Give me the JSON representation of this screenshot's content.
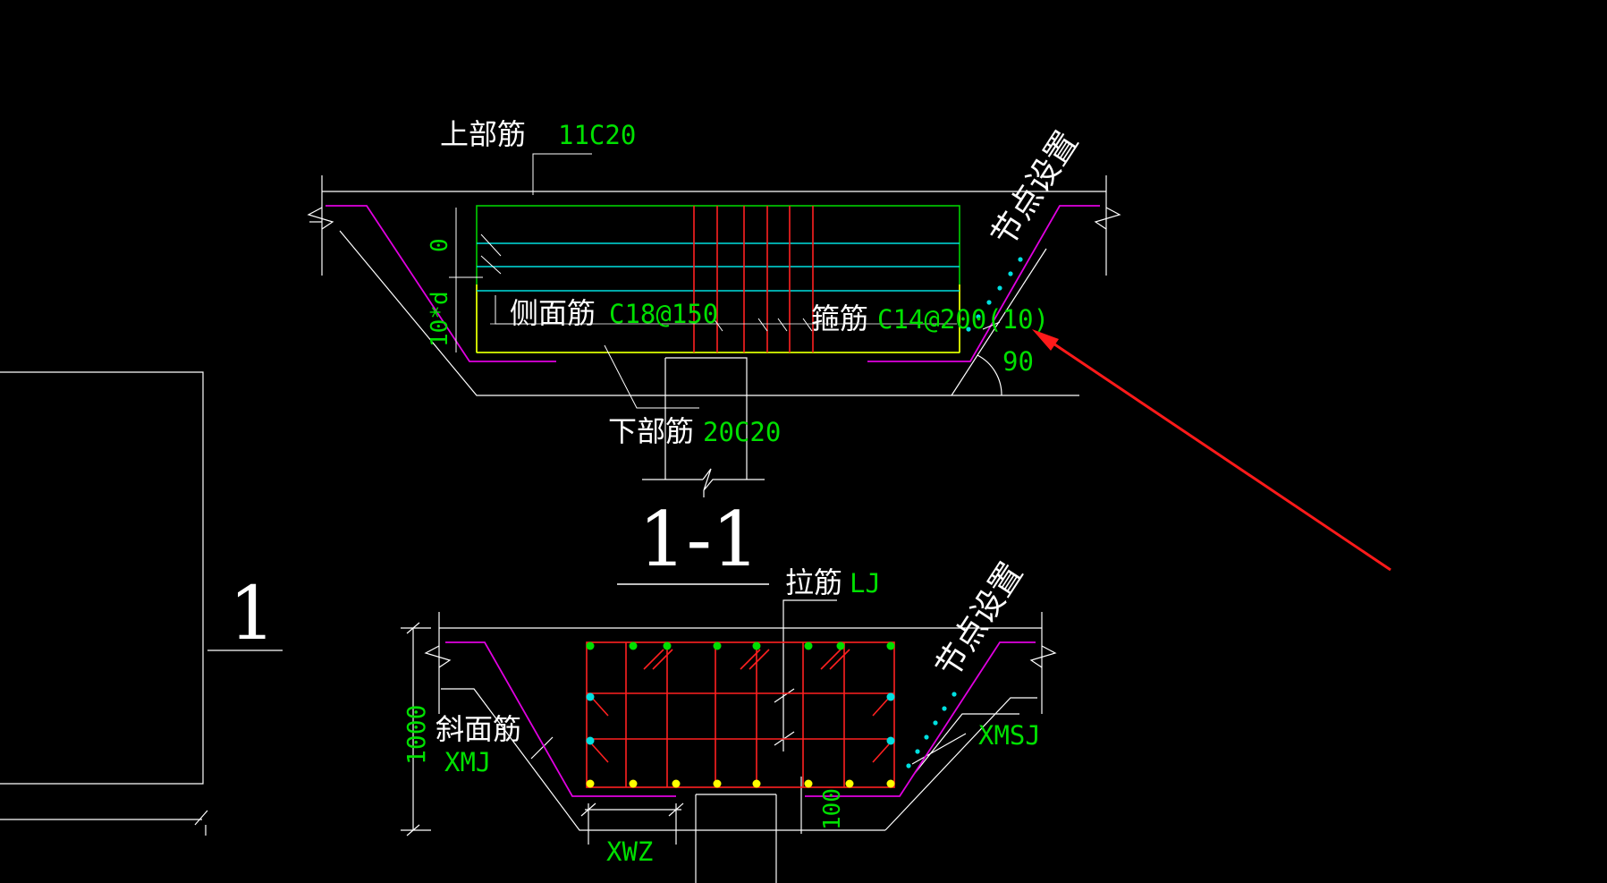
{
  "colors": {
    "background": "#000000",
    "outline": "#ffffff",
    "inclined_rebar": "#e000e0",
    "frame": "#00d000",
    "side_rebar": "#00e0e0",
    "bottom_rebar": "#ffff00",
    "stirrup": "#ff2020",
    "annotation_text": "#00e000",
    "arrow": "#ff1a1a"
  },
  "section_1": {
    "top_rebar_label": "上部筋",
    "top_rebar_value": "11C20",
    "side_rebar_label": "侧面筋",
    "side_rebar_value": "C18@150",
    "stirrup_label": "箍筋",
    "stirrup_value": "C14@200(10)",
    "bottom_rebar_label": "下部筋",
    "bottom_rebar_value": "20C20",
    "node_setting_label": "节点设置",
    "angle_value": "90",
    "dim_zero": "0",
    "dim_10d": "10*d"
  },
  "section_title": "1-1",
  "section_2": {
    "tie_label": "拉筋",
    "tie_value": "LJ",
    "node_setting_label": "节点设置",
    "slope_rebar_label": "斜面筋",
    "slope_rebar_value": "XMJ",
    "slope_tie_value": "XMSJ",
    "height_dim": "1000",
    "bottom_dim": "100",
    "width_label": "XWZ"
  },
  "left_marker": "1",
  "icons": {
    "pointer_arrow": "red-arrow-icon",
    "break_symbol": "break-line-icon"
  }
}
